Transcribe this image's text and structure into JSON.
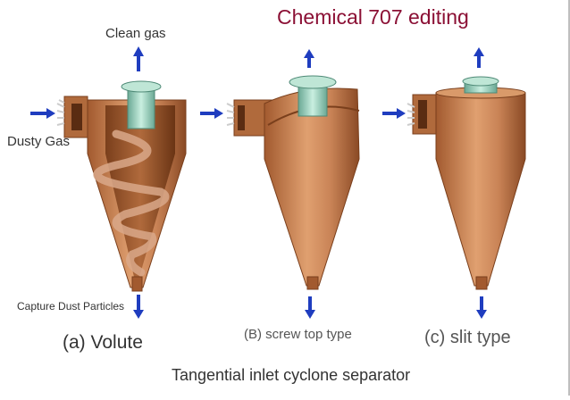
{
  "watermark": "Chemical 707 editing",
  "labels": {
    "clean_gas": "Clean gas",
    "dusty_gas": "Dusty Gas",
    "capture_dust": "Capture Dust Particles"
  },
  "subfigures": [
    {
      "label": "(a) Volute"
    },
    {
      "label": "(B) screw top type"
    },
    {
      "label": "(c) slit type"
    }
  ],
  "caption": "Tangential inlet cyclone separator",
  "colors": {
    "body": "#c47a4a",
    "body_dark": "#8a4a25",
    "outlet_pipe": "#a9d8c4",
    "arrow": "#1f3dbf",
    "watermark": "#8b1035"
  }
}
